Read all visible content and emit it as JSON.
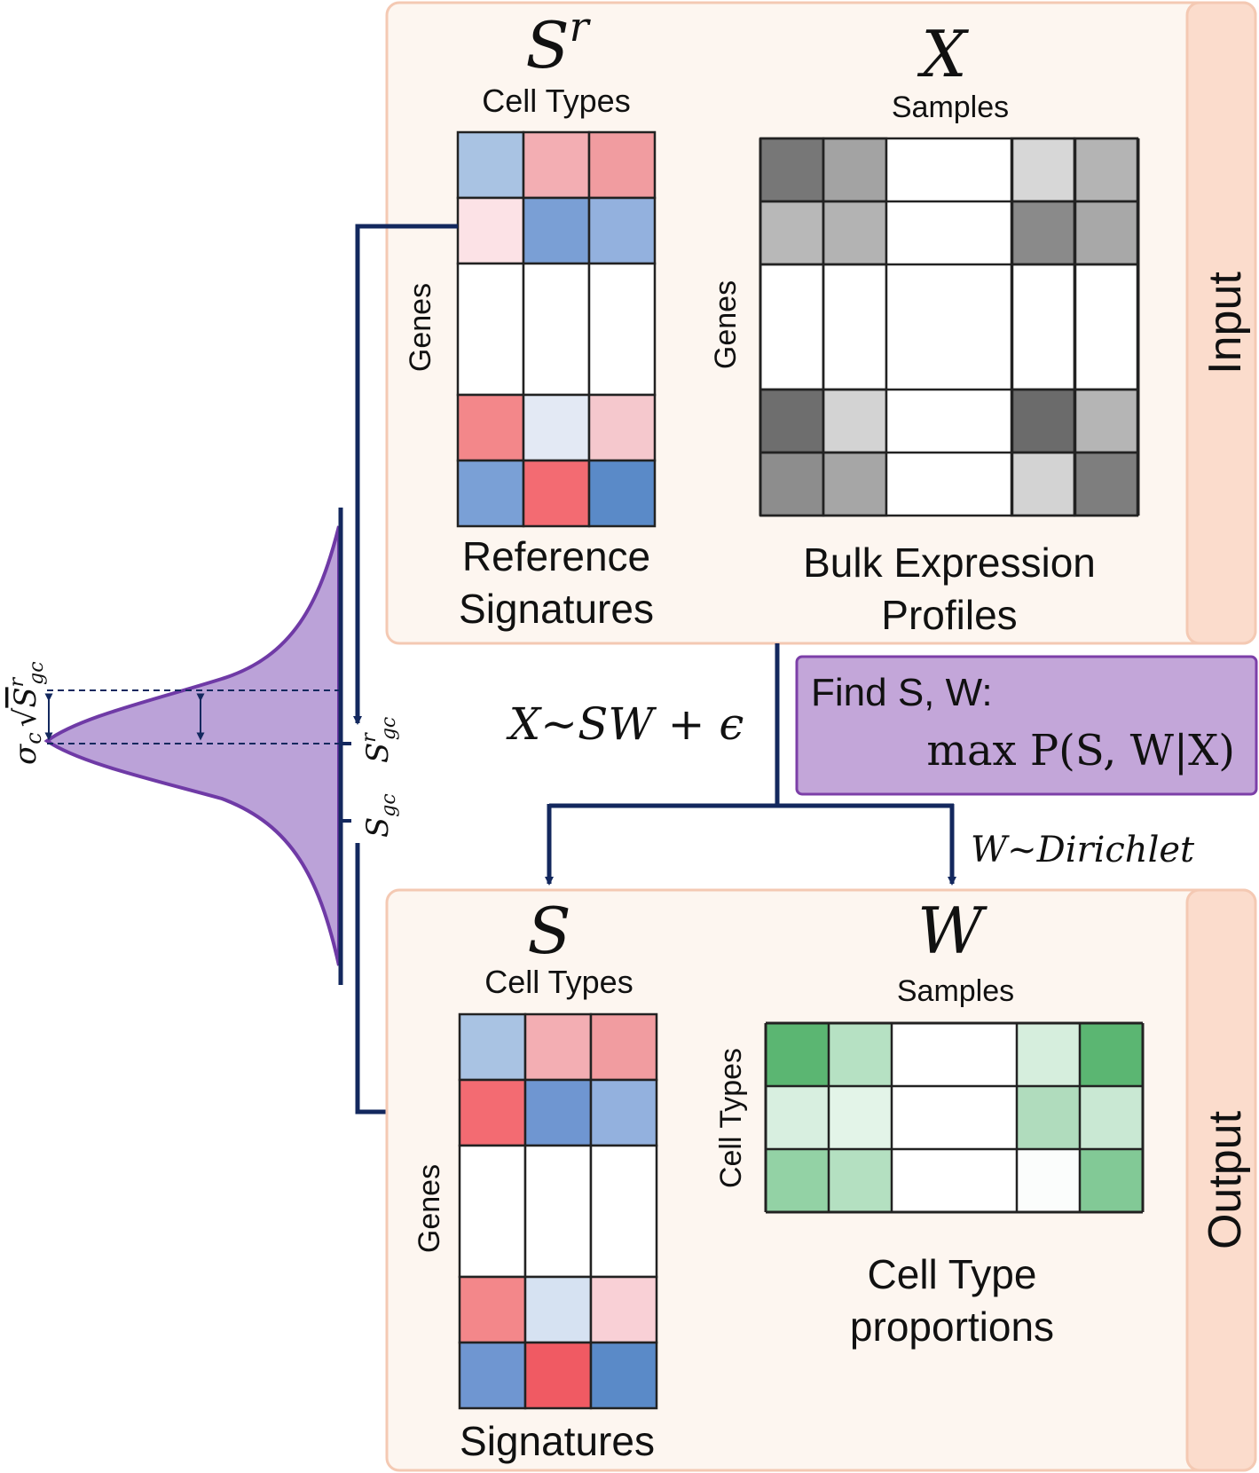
{
  "input_panel": {
    "side_label": "Input",
    "reference": {
      "symbol": "S",
      "symbol_sup": "r",
      "col_label": "Cell Types",
      "row_label": "Genes",
      "caption": [
        "Reference",
        "Signatures"
      ],
      "rows": [
        [
          "#a9c3e3",
          "#f3aeb3",
          "#f19ca0"
        ],
        [
          "#fce2e6",
          "#7a9fd5",
          "#93b1de"
        ],
        [
          "#ffffff",
          "#ffffff",
          "#ffffff"
        ],
        [
          "#f3878a",
          "#e3e9f4",
          "#f5c8cd"
        ],
        [
          "#7aa0d6",
          "#f36b72",
          "#5a8ac8"
        ]
      ]
    },
    "bulk": {
      "symbol": "X",
      "col_label": "Samples",
      "row_label": "Genes",
      "caption": [
        "Bulk Expression",
        "Profiles"
      ],
      "rows": [
        [
          "#777777",
          "#a3a3a3",
          "#ffffff",
          "#ffffff",
          "#d7d7d7",
          "#b4b4b4"
        ],
        [
          "#b8b8b8",
          "#b3b3b3",
          "#ffffff",
          "#ffffff",
          "#8a8a8a",
          "#a8a8a8"
        ],
        [
          "#ffffff",
          "#ffffff",
          "#ffffff",
          "#ffffff",
          "#ffffff",
          "#ffffff"
        ],
        [
          "#6e6e6e",
          "#d3d3d3",
          "#ffffff",
          "#ffffff",
          "#6b6b6b",
          "#b5b5b5"
        ],
        [
          "#8d8d8d",
          "#a6a6a6",
          "#ffffff",
          "#ffffff",
          "#d3d3d3",
          "#7e7e7e"
        ]
      ]
    }
  },
  "model": {
    "equation": "X~SW + ϵ",
    "find_title": "Find S, W:",
    "find_objective": "max  P(S, W|X)",
    "prior": "W~Dirichlet"
  },
  "distribution": {
    "sigma_label": "σ",
    "sigma_sub": "c",
    "sqrt_label": "S",
    "sqrt_sup": "r",
    "sqrt_sub": "gc",
    "ref_label": "S",
    "ref_sup": "r",
    "ref_sub": "gc",
    "est_label": "S",
    "est_sub": "gc",
    "fill_color": "#bba2d8",
    "stroke_color": "#6f3aa6"
  },
  "output_panel": {
    "side_label": "Output",
    "signatures": {
      "symbol": "S",
      "col_label": "Cell Types",
      "row_label": "Genes",
      "caption": "Signatures",
      "rows": [
        [
          "#a9c3e3",
          "#f3aeb3",
          "#f19ca0"
        ],
        [
          "#f36b72",
          "#6f96d1",
          "#93b1de"
        ],
        [
          "#ffffff",
          "#ffffff",
          "#ffffff"
        ],
        [
          "#f3878a",
          "#d6e2f2",
          "#f9d0d6"
        ],
        [
          "#6f96d1",
          "#f05a63",
          "#5a8ac8"
        ]
      ]
    },
    "proportions": {
      "symbol": "W",
      "col_label": "Samples",
      "row_label": "Cell Types",
      "caption": [
        "Cell Type",
        "proportions"
      ],
      "rows": [
        [
          "#5bb672",
          "#b6e1c3",
          "#ffffff",
          "#ffffff",
          "#d6eedd",
          "#5bb672"
        ],
        [
          "#d8efe0",
          "#e3f4e8",
          "#ffffff",
          "#ffffff",
          "#b0dcbd",
          "#c9e8d3"
        ],
        [
          "#93d2a5",
          "#b4e0c1",
          "#ffffff",
          "#ffffff",
          "#fbfdfc",
          "#82c996"
        ]
      ]
    }
  },
  "colors": {
    "panel_bg": "#fdf6f0",
    "panel_border": "#f4c9b3",
    "side_tab": "#fbdccc",
    "find_box_bg": "#c3a6d9",
    "find_box_border": "#7c3fa8",
    "arrow": "#13285e"
  }
}
